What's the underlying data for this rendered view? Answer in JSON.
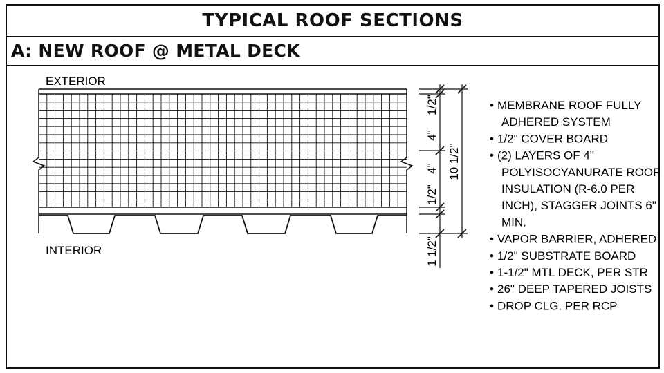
{
  "title": "TYPICAL ROOF SECTIONS",
  "section": "A: NEW ROOF @ METAL DECK",
  "labels": {
    "exterior": "EXTERIOR",
    "interior": "INTERIOR"
  },
  "dimensions": {
    "cover_board": "1/2\"",
    "insulation_upper": "4\"",
    "insulation_lower": "4\"",
    "substrate": "1/2\"",
    "deck": "1 1/2\"",
    "total": "10 1/2\""
  },
  "notes": [
    {
      "lines": [
        "MEMBRANE ROOF FULLY",
        "ADHERED SYSTEM"
      ]
    },
    {
      "lines": [
        "1/2\" COVER BOARD"
      ]
    },
    {
      "lines": [
        "(2) LAYERS OF 4\"",
        "POLYISOCYANURATE ROOF",
        "INSULATION (R-6.0 PER",
        "INCH), STAGGER JOINTS 6\"",
        "MIN."
      ]
    },
    {
      "lines": [
        "VAPOR BARRIER, ADHERED"
      ]
    },
    {
      "lines": [
        "1/2\" SUBSTRATE BOARD"
      ]
    },
    {
      "lines": [
        "1-1/2\" MTL DECK, PER STR"
      ]
    },
    {
      "lines": [
        "26\" DEEP TAPERED JOISTS"
      ]
    },
    {
      "lines": [
        "DROP CLG. PER RCP"
      ]
    }
  ],
  "bullet": "•"
}
